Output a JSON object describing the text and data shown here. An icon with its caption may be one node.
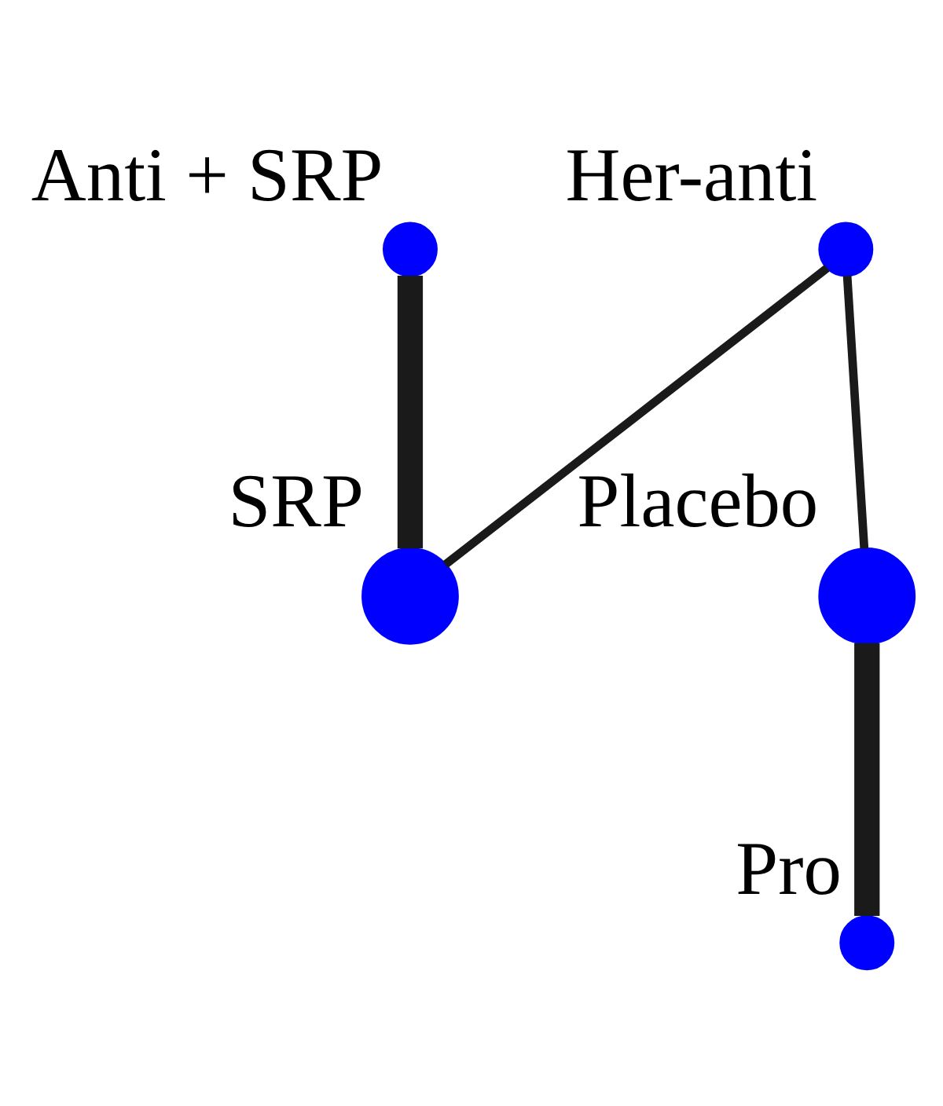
{
  "diagram": {
    "nodes": [
      {
        "text": [
          "Anti + SRP"
        ]
      },
      {
        "text": [
          "Her-anti"
        ]
      },
      {
        "text": [
          "SRP"
        ]
      },
      {
        "text": [
          "Placebo"
        ]
      },
      {
        "text": [
          "Pro"
        ]
      }
    ],
    "edges": [
      {
        "from": 0,
        "to": 2,
        "arrow": "none",
        "style": "thick"
      },
      {
        "from": 1,
        "to": 2,
        "arrow": "none"
      },
      {
        "from": 1,
        "to": 3,
        "arrow": "none"
      },
      {
        "from": 3,
        "to": 4,
        "arrow": "none",
        "style": "thick"
      }
    ]
  }
}
